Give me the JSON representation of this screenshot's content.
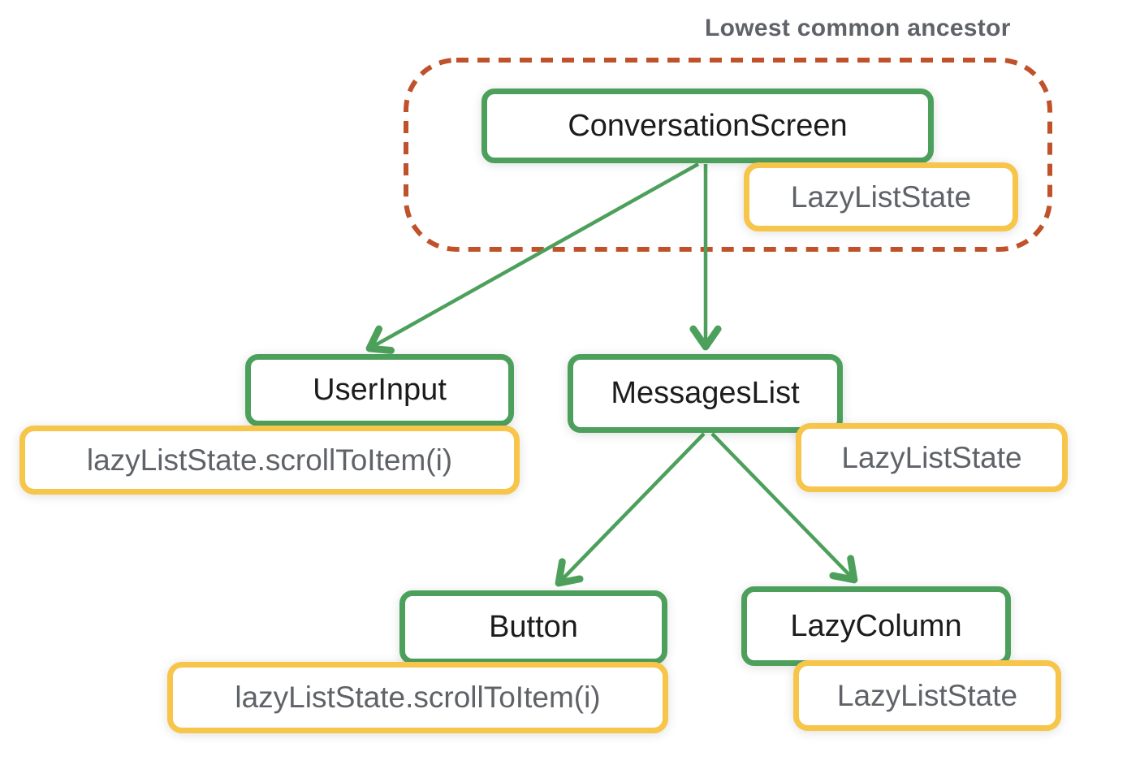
{
  "diagram": {
    "annotation": "Lowest common ancestor",
    "nodes": {
      "conversation_screen": {
        "label": "ConversationScreen"
      },
      "user_input": {
        "label": "UserInput"
      },
      "messages_list": {
        "label": "MessagesList"
      },
      "button": {
        "label": "Button"
      },
      "lazy_column": {
        "label": "LazyColumn"
      }
    },
    "badges": {
      "conversation_screen_state": "LazyListState",
      "messages_list_state": "LazyListState",
      "lazy_column_state": "LazyListState",
      "user_input_event": "lazyListState.scrollToItem(i)",
      "button_event": "lazyListState.scrollToItem(i)"
    }
  },
  "colors": {
    "node_border_green": "#4da05c",
    "state_border_yellow": "#f6c54a",
    "ancestor_dash_orange": "#c0522b",
    "gray_text": "#5f6368",
    "black_text": "#1c1c1c"
  }
}
